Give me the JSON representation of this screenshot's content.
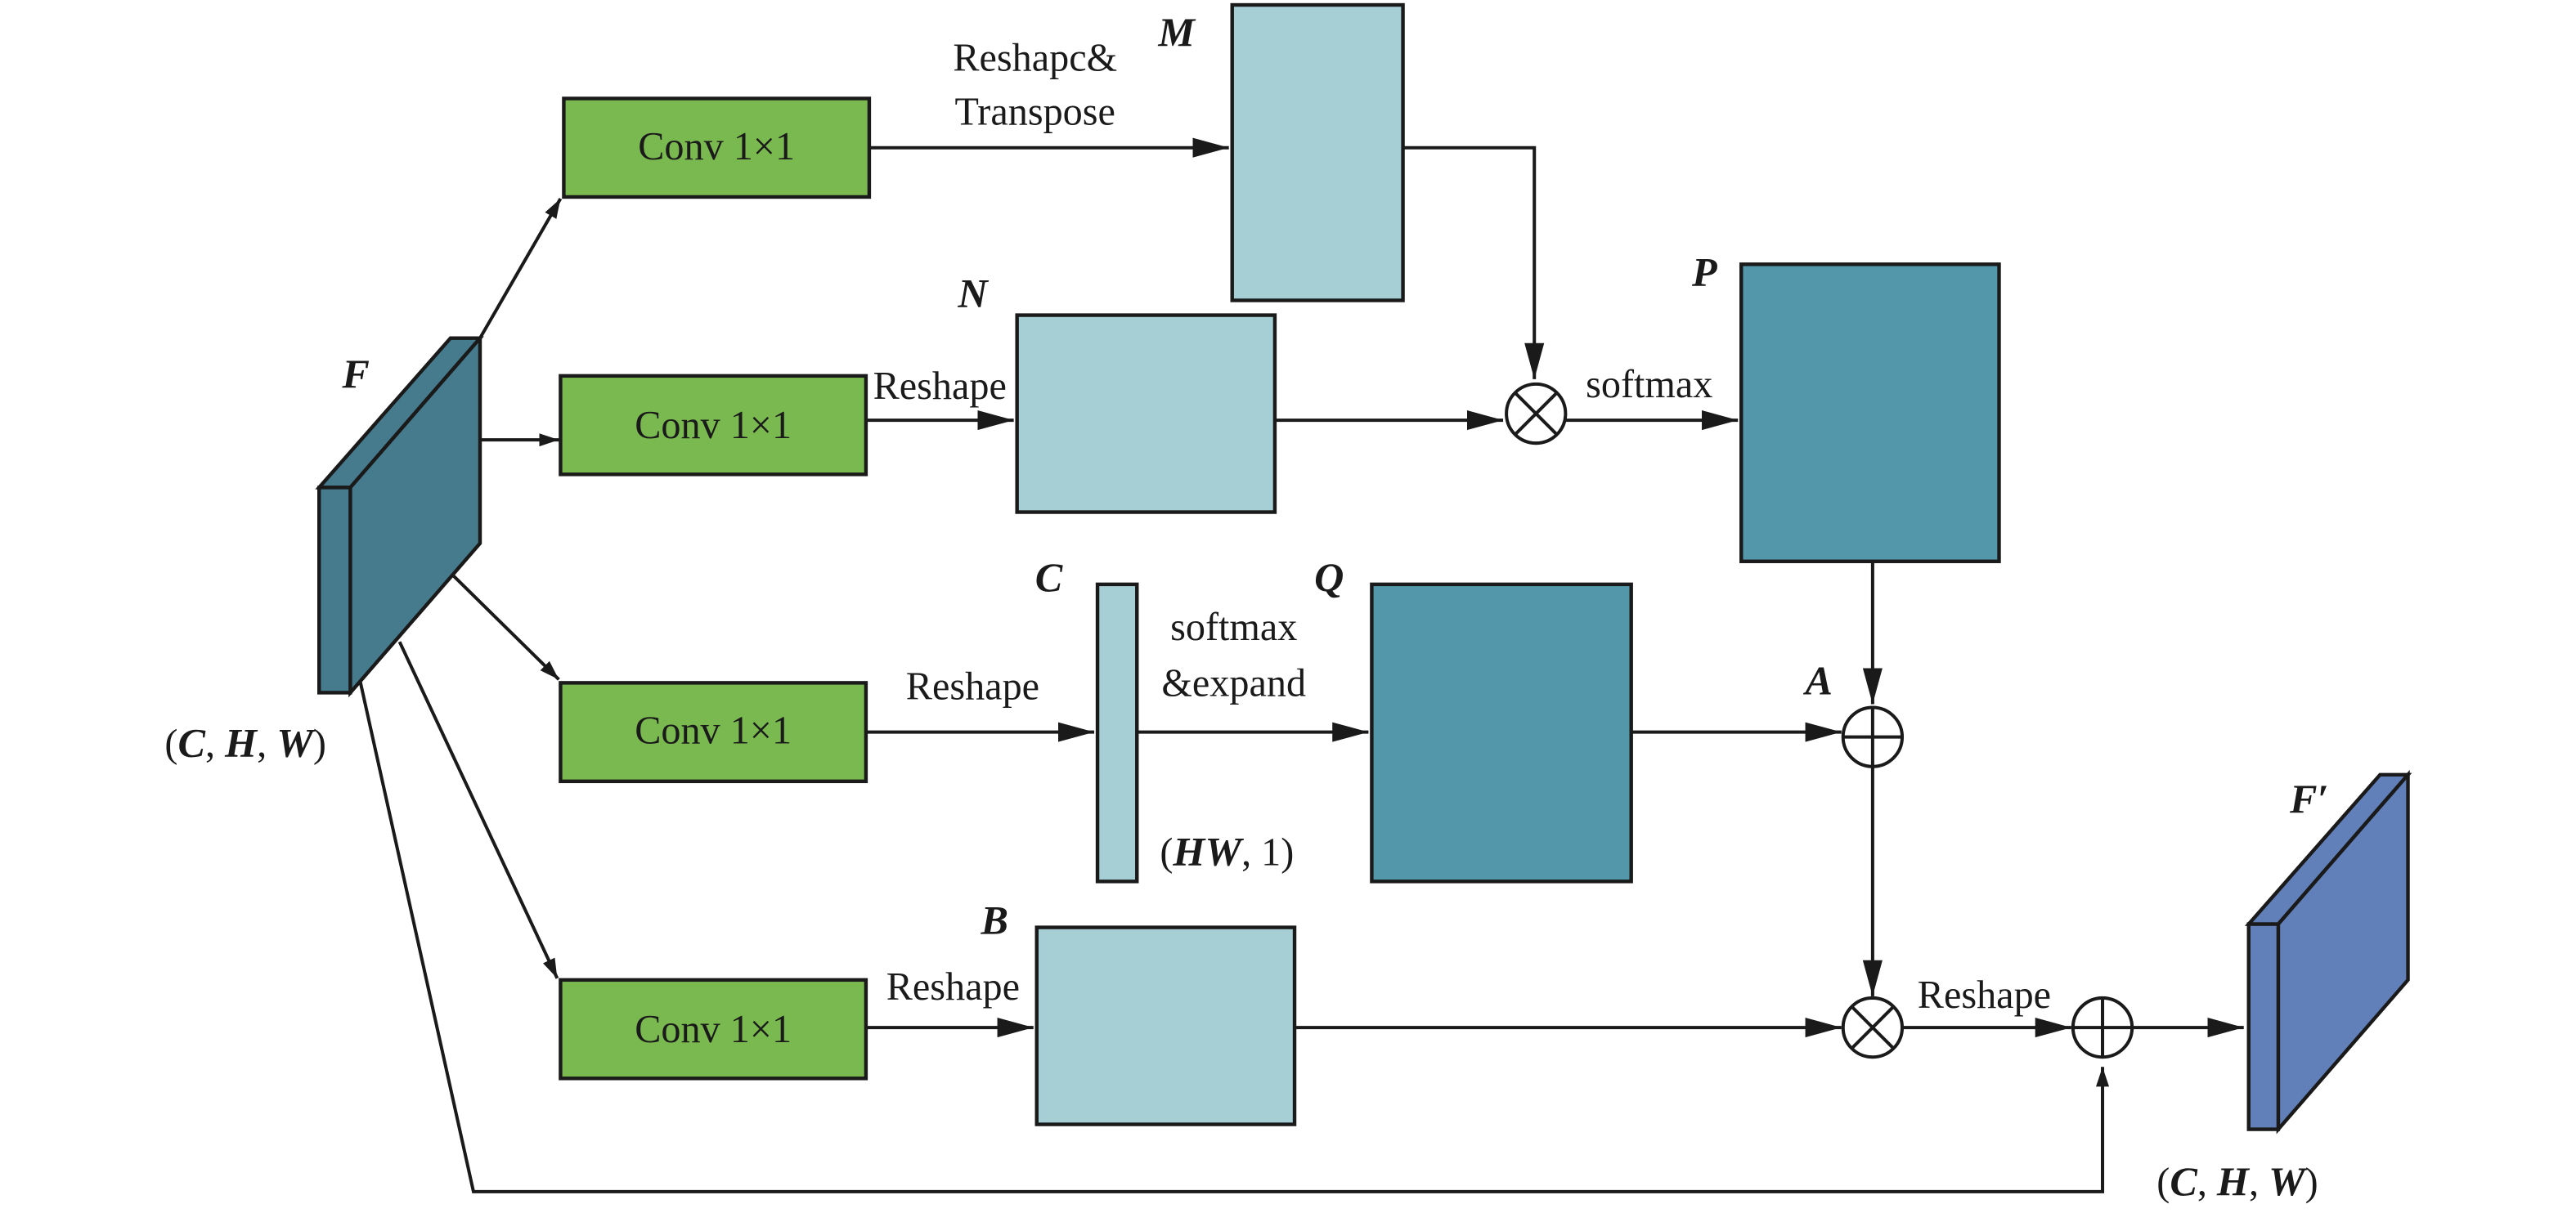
{
  "diagram": {
    "colors": {
      "conv": "#7ab94f",
      "light": "#a6cfd5",
      "dark": "#5298aa",
      "input_tensor": "#467b8d",
      "output_tensor": "#6180b9"
    },
    "input": {
      "name": "F",
      "shape": "(C, H, W)"
    },
    "output": {
      "name": "F′",
      "shape": "(C, H, W)"
    },
    "conv_blocks": [
      "Conv 1×1",
      "Conv 1×1",
      "Conv 1×1",
      "Conv 1×1"
    ],
    "nodes": {
      "M": "M",
      "N": "N",
      "P": "P",
      "C": "C",
      "Q": "Q",
      "A": "A",
      "B": "B"
    },
    "edge_labels": {
      "reshape_transpose_1": "Reshapc&",
      "reshape_transpose_2": "Transpose",
      "reshape_n": "Reshape",
      "softmax_p": "softmax",
      "reshape_c": "Reshape",
      "softmax_expand_1": "softmax",
      "softmax_expand_2": "&expand",
      "c_shape": "(HW, 1)",
      "reshape_b": "Reshape",
      "reshape_out": "Reshape"
    },
    "operators": {
      "mul_mn": "multiply-icon",
      "add_a": "add-icon",
      "mul_ab": "multiply-icon",
      "add_out": "add-icon"
    }
  }
}
